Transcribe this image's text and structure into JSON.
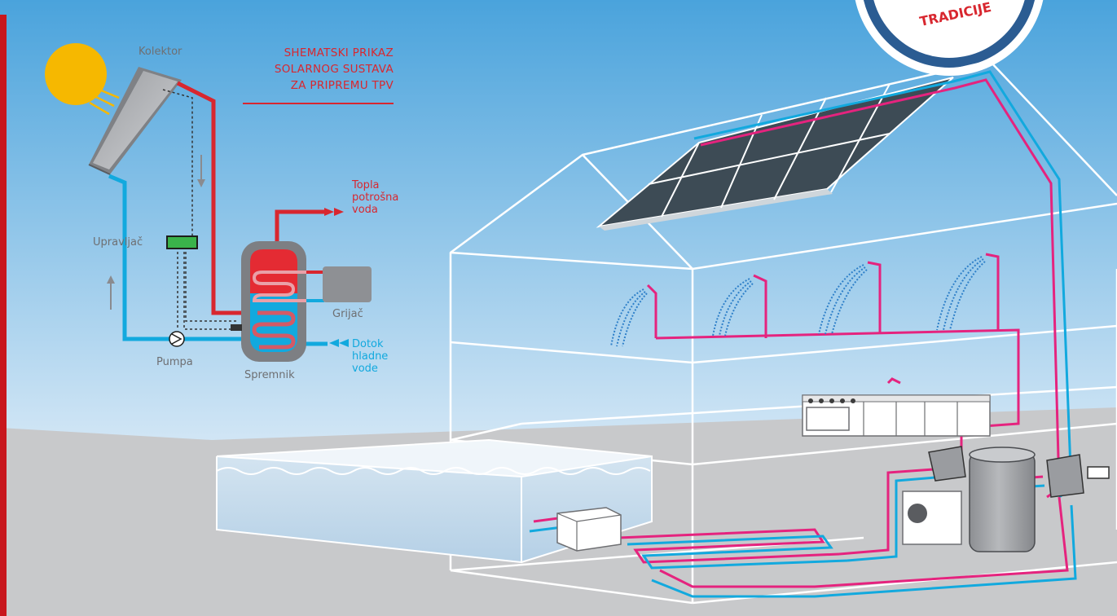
{
  "schematic": {
    "title_lines": [
      "SHEMATSKI PRIKAZ",
      "SOLARNOG SUSTAVA",
      "ZA PRIPREMU TPV"
    ],
    "collector_label": "Kolektor",
    "controller_label": "Upravljač",
    "pump_label": "Pumpa",
    "tank_label": "Spremnik",
    "heater_label": "Grijač",
    "hot_water_lines": [
      "Topla",
      "potrošna",
      "voda"
    ],
    "cold_water_lines": [
      "Dotok",
      "hladne",
      "vode"
    ]
  },
  "badge": {
    "text": "TRADICIJE"
  },
  "colors": {
    "hot": "#d8272f",
    "cold": "#12a9de",
    "controller": "#3ab34a",
    "sky_top": "#4aa3dc",
    "sky_bottom": "#d6e8f6",
    "ground": "#c8c9cb",
    "panel": "#3d4b55",
    "house_line": "#ffffff",
    "pipe_pink": "#e5237e",
    "badge_ring": "#2b5c92",
    "sun": "#f6b800"
  }
}
